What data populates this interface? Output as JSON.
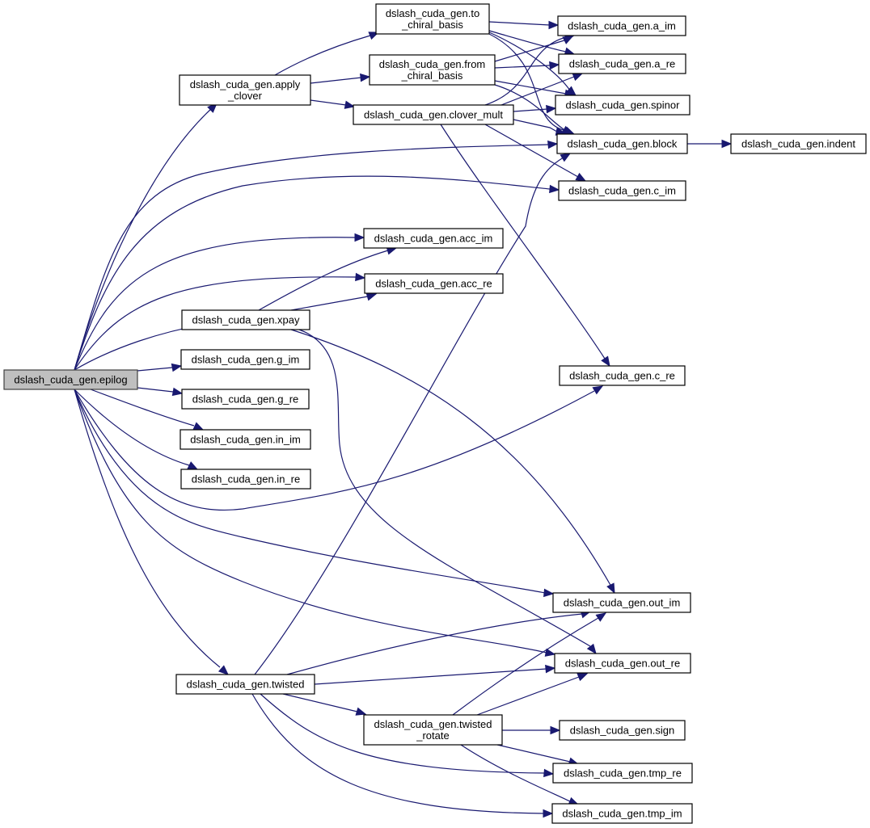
{
  "title": "dslash_cuda_gen.epilog call graph",
  "colors": {
    "edge": "#191970",
    "root_fill": "#bfbfbf",
    "node_border": "#000000"
  },
  "nodes": [
    {
      "id": "epilog",
      "lines": [
        "dslash_cuda_gen.epilog"
      ],
      "root": true
    },
    {
      "id": "apply_clover",
      "lines": [
        "dslash_cuda_gen.apply",
        "_clover"
      ]
    },
    {
      "id": "to_chiral",
      "lines": [
        "dslash_cuda_gen.to",
        "_chiral_basis"
      ]
    },
    {
      "id": "from_chiral",
      "lines": [
        "dslash_cuda_gen.from",
        "_chiral_basis"
      ]
    },
    {
      "id": "clover_mult",
      "lines": [
        "dslash_cuda_gen.clover_mult"
      ]
    },
    {
      "id": "a_im",
      "lines": [
        "dslash_cuda_gen.a_im"
      ]
    },
    {
      "id": "a_re",
      "lines": [
        "dslash_cuda_gen.a_re"
      ]
    },
    {
      "id": "spinor",
      "lines": [
        "dslash_cuda_gen.spinor"
      ]
    },
    {
      "id": "block",
      "lines": [
        "dslash_cuda_gen.block"
      ]
    },
    {
      "id": "indent",
      "lines": [
        "dslash_cuda_gen.indent"
      ]
    },
    {
      "id": "c_im",
      "lines": [
        "dslash_cuda_gen.c_im"
      ]
    },
    {
      "id": "acc_im",
      "lines": [
        "dslash_cuda_gen.acc_im"
      ]
    },
    {
      "id": "acc_re",
      "lines": [
        "dslash_cuda_gen.acc_re"
      ]
    },
    {
      "id": "xpay",
      "lines": [
        "dslash_cuda_gen.xpay"
      ]
    },
    {
      "id": "g_im",
      "lines": [
        "dslash_cuda_gen.g_im"
      ]
    },
    {
      "id": "g_re",
      "lines": [
        "dslash_cuda_gen.g_re"
      ]
    },
    {
      "id": "in_im",
      "lines": [
        "dslash_cuda_gen.in_im"
      ]
    },
    {
      "id": "in_re",
      "lines": [
        "dslash_cuda_gen.in_re"
      ]
    },
    {
      "id": "c_re",
      "lines": [
        "dslash_cuda_gen.c_re"
      ]
    },
    {
      "id": "out_im",
      "lines": [
        "dslash_cuda_gen.out_im"
      ]
    },
    {
      "id": "out_re",
      "lines": [
        "dslash_cuda_gen.out_re"
      ]
    },
    {
      "id": "twisted",
      "lines": [
        "dslash_cuda_gen.twisted"
      ]
    },
    {
      "id": "twisted_rotate",
      "lines": [
        "dslash_cuda_gen.twisted",
        "_rotate"
      ]
    },
    {
      "id": "sign",
      "lines": [
        "dslash_cuda_gen.sign"
      ]
    },
    {
      "id": "tmp_re",
      "lines": [
        "dslash_cuda_gen.tmp_re"
      ]
    },
    {
      "id": "tmp_im",
      "lines": [
        "dslash_cuda_gen.tmp_im"
      ]
    }
  ],
  "edges": [
    [
      "epilog",
      "apply_clover"
    ],
    [
      "epilog",
      "block"
    ],
    [
      "epilog",
      "c_im"
    ],
    [
      "epilog",
      "acc_im"
    ],
    [
      "epilog",
      "acc_re"
    ],
    [
      "epilog",
      "xpay"
    ],
    [
      "epilog",
      "g_im"
    ],
    [
      "epilog",
      "g_re"
    ],
    [
      "epilog",
      "in_im"
    ],
    [
      "epilog",
      "in_re"
    ],
    [
      "epilog",
      "c_re"
    ],
    [
      "epilog",
      "out_im"
    ],
    [
      "epilog",
      "out_re"
    ],
    [
      "epilog",
      "twisted"
    ],
    [
      "apply_clover",
      "to_chiral"
    ],
    [
      "apply_clover",
      "from_chiral"
    ],
    [
      "apply_clover",
      "clover_mult"
    ],
    [
      "to_chiral",
      "a_im"
    ],
    [
      "to_chiral",
      "a_re"
    ],
    [
      "to_chiral",
      "spinor"
    ],
    [
      "to_chiral",
      "block"
    ],
    [
      "from_chiral",
      "a_im"
    ],
    [
      "from_chiral",
      "a_re"
    ],
    [
      "from_chiral",
      "spinor"
    ],
    [
      "from_chiral",
      "block"
    ],
    [
      "clover_mult",
      "a_im"
    ],
    [
      "clover_mult",
      "a_re"
    ],
    [
      "clover_mult",
      "spinor"
    ],
    [
      "clover_mult",
      "block"
    ],
    [
      "clover_mult",
      "c_im"
    ],
    [
      "clover_mult",
      "c_re"
    ],
    [
      "block",
      "indent"
    ],
    [
      "xpay",
      "acc_im"
    ],
    [
      "xpay",
      "acc_re"
    ],
    [
      "xpay",
      "out_im"
    ],
    [
      "xpay",
      "out_re"
    ],
    [
      "twisted",
      "block"
    ],
    [
      "twisted",
      "out_im"
    ],
    [
      "twisted",
      "out_re"
    ],
    [
      "twisted",
      "twisted_rotate"
    ],
    [
      "twisted",
      "tmp_re"
    ],
    [
      "twisted",
      "tmp_im"
    ],
    [
      "twisted_rotate",
      "out_im"
    ],
    [
      "twisted_rotate",
      "out_re"
    ],
    [
      "twisted_rotate",
      "sign"
    ],
    [
      "twisted_rotate",
      "tmp_re"
    ],
    [
      "twisted_rotate",
      "tmp_im"
    ]
  ]
}
